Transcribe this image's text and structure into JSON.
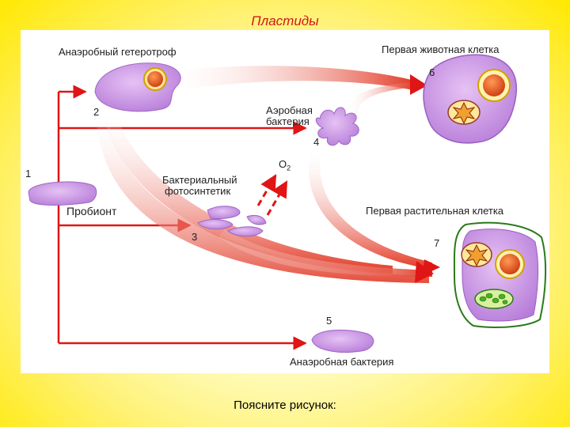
{
  "title": "Пластиды",
  "labels": {
    "anaerobic_heterotroph": "Анаэробный гетеротроф",
    "first_animal_cell": "Первая животная клетка",
    "aerobic_bacterium_line1": "Аэробная",
    "aerobic_bacterium_line2": "бактерия",
    "bacterial_photosynthetic_line1": "Бактериальный",
    "bacterial_photosynthetic_line2": "фотосинтетик",
    "oxygen": "O",
    "oxygen_sub": "2",
    "probiont": "Пробионт",
    "first_plant_cell": "Первая растительная клетка",
    "anaerobic_bacterium": "Анаэробная бактерия"
  },
  "numbers": {
    "n1": "1",
    "n2": "2",
    "n3": "3",
    "n4": "4",
    "n5": "5",
    "n6": "6",
    "n7": "7"
  },
  "footer": "Поясните рисунок:",
  "colors": {
    "arrow_red": "#e01515",
    "cell_purple": "#c98ee6",
    "background_yellow": "#ffee00",
    "title_red": "#d01818"
  }
}
